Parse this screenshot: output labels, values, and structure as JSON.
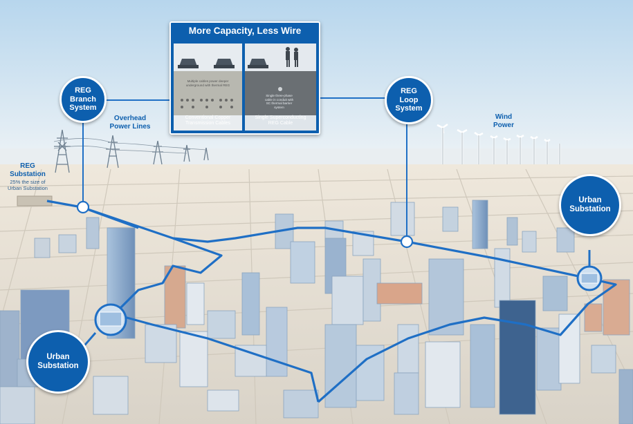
{
  "panel": {
    "title": "More Capacity, Less Wire",
    "left_caption": "Conventional Copper\nTransmission Cables",
    "right_caption": "Single Superconducting\nREG Cable",
    "left_note": "Multiple cables power deeper\nunderground with thermal REG",
    "right_note": "Single three-phase\ncable in conduit with\nSC thermal barrier\nsystem"
  },
  "labels": {
    "reg_branch": "REG\nBranch\nSystem",
    "reg_loop": "REG\nLoop\nSystem",
    "overhead": "Overhead\nPower Lines",
    "wind": "Wind\nPower",
    "reg_substation": "REG\nSubstation",
    "reg_substation_note": "25% the size of\nUrban Substation",
    "urban_substation_right": "Urban\nSubstation",
    "urban_substation_left": "Urban\nSubstation"
  },
  "colors": {
    "sky_top": "#bcd9ee",
    "ground": "#e8e2d6",
    "accent_blue": "#0d5fae",
    "cable_blue": "#1f6fc5"
  },
  "icons": [
    "car-icon",
    "pedestrian-icon",
    "wind-turbine-icon",
    "transmission-tower-icon"
  ]
}
